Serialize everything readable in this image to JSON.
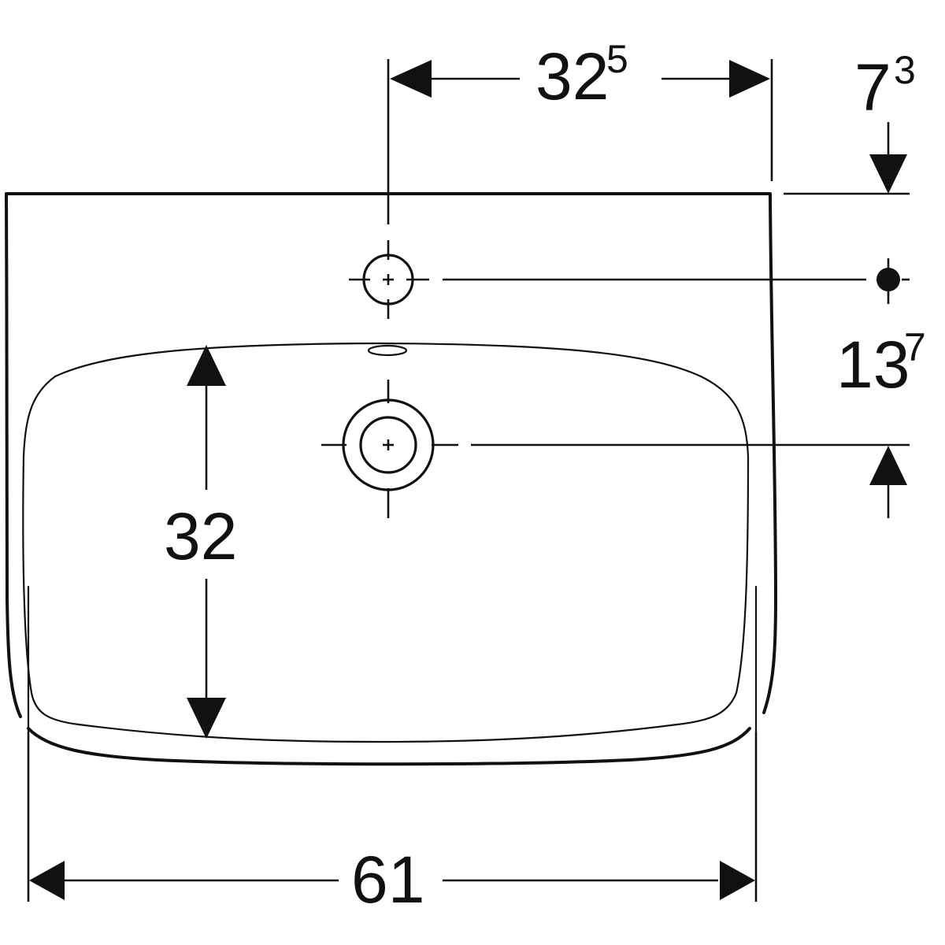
{
  "dimensions": {
    "tap_hole_to_wall": {
      "value": "32",
      "superscript": "5"
    },
    "rim_height": {
      "value": "7",
      "superscript": "3"
    },
    "hole_spacing": {
      "value": "13",
      "superscript": "7"
    },
    "bowl_depth": {
      "value": "32",
      "superscript": ""
    },
    "overall_width": {
      "value": "61",
      "superscript": ""
    }
  },
  "colors": {
    "line": "#111111",
    "background": "#ffffff"
  }
}
